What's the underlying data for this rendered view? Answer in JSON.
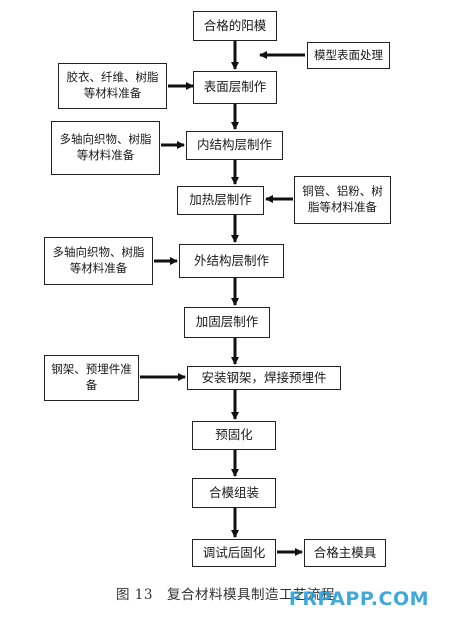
{
  "flow_steps": [
    "合格的阳模",
    "表面层制作",
    "内结构层制作",
    "加热层制作",
    "外结构层制作",
    "加固层制作",
    "安装钢架，焊接预埋件",
    "预固化",
    "合模组装",
    "调试后固化"
  ],
  "final_output": "合格主模具",
  "side_inputs": [
    "模型表面处理",
    "胶衣、纤维、树脂等材料准备",
    "多轴向织物、树脂等材料准备",
    "铜管、铝粉、树脂等材料准备",
    "多轴向织物、树脂等材料准备",
    "钢架、预埋件准备"
  ],
  "caption": "图 13　复合材料模具制造工艺流程",
  "watermark": "FRPAPP.COM"
}
